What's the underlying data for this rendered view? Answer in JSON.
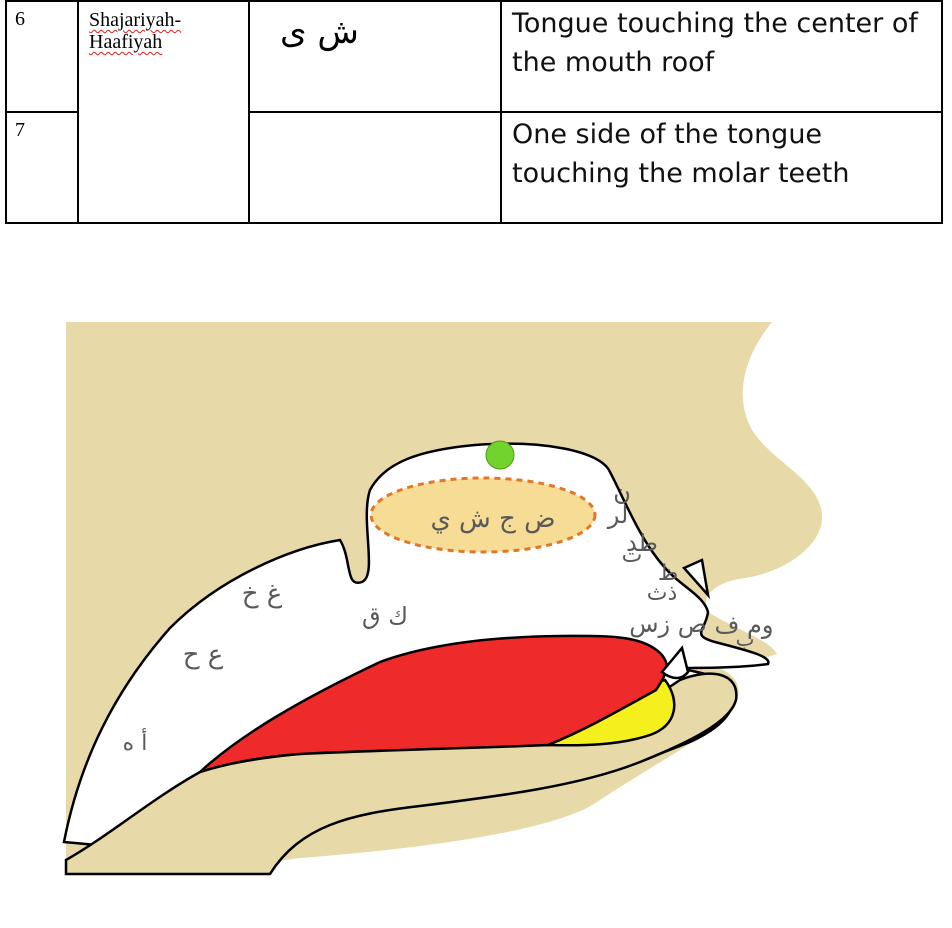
{
  "table": {
    "rows": [
      {
        "number": "6",
        "name": "Shajariyah-Haafiyah",
        "letters": "ش ى",
        "description": "Tongue touching the center of the mouth roof"
      },
      {
        "number": "7",
        "name": "",
        "letters": "",
        "description": "One side of the tongue touching the molar teeth"
      }
    ]
  },
  "diagram": {
    "labels": {
      "roof_letters": "ض ج ش ي",
      "nun_ra_lam": "ن",
      "lam_ra": "لر",
      "ta_dal": "طد",
      "ta2": "ت",
      "za": "ظ",
      "dhal_tha": "ذث",
      "lips": "وم ف",
      "ba": "ب",
      "sad_zay_sin": "ص زس",
      "kaf_qaf": "ك ق",
      "ghain_kha": "غ خ",
      "ain_ha": "ع ح",
      "hamza_ha": "أ ه"
    },
    "colors": {
      "skin": "#e7d9a8",
      "tongue": "#ee2a2a",
      "tongue_tip": "#f5ef1e",
      "roof_zone": "#f7dc96",
      "roof_zone_border": "#e07828",
      "marker": "#72d32c"
    }
  }
}
